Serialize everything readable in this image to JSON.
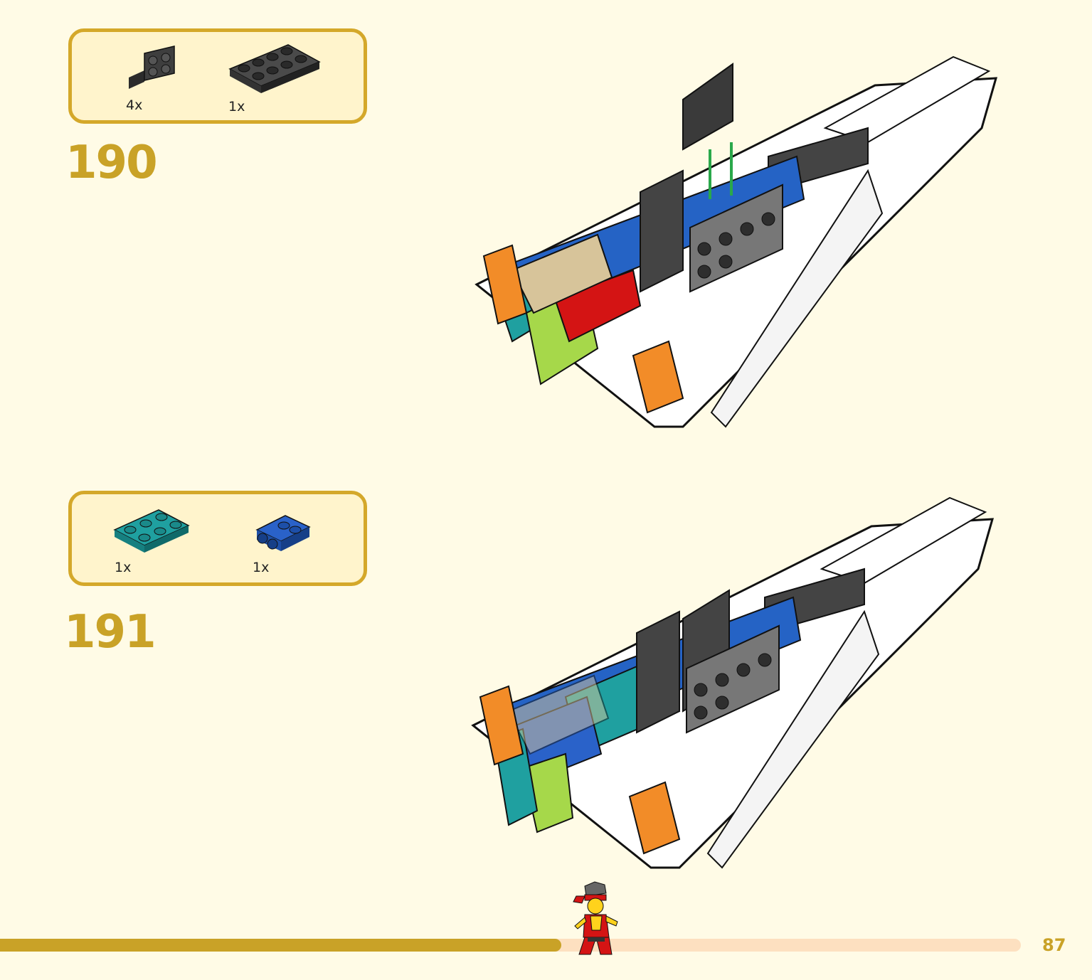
{
  "steps": [
    {
      "number": "190",
      "parts": [
        {
          "qty": "4x",
          "icon": "dark-gray-bracket-1x2-2x2-icon",
          "color": "#3a3a3a"
        },
        {
          "qty": "1x",
          "icon": "dark-gray-plate-2x4-icon",
          "color": "#555555"
        }
      ]
    },
    {
      "number": "191",
      "parts": [
        {
          "qty": "1x",
          "icon": "teal-plate-2x3-icon",
          "color": "#1fa0a0"
        },
        {
          "qty": "1x",
          "icon": "blue-plate-studs-on-side-icon",
          "color": "#2a62c9"
        }
      ]
    }
  ],
  "progress": {
    "fraction": 0.55
  },
  "page_number": "87",
  "colors": {
    "accent": "#c9a227",
    "background": "#fffbe6",
    "parts_box": "#fff4cc",
    "progress_track": "#fde0c0"
  }
}
